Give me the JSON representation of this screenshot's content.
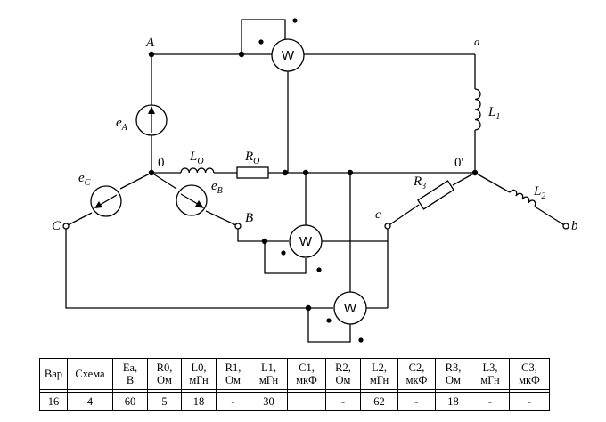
{
  "nodes": {
    "A": "A",
    "a": "a",
    "zero": "0",
    "zero_prime": "0'",
    "B": "B",
    "b": "b",
    "C": "C",
    "c": "c"
  },
  "sources": {
    "eA_main": "e",
    "eA_sub": "A",
    "eB_main": "e",
    "eB_sub": "B",
    "eC_main": "e",
    "eC_sub": "C"
  },
  "elements": {
    "L0_main": "L",
    "L0_sub": "O",
    "R0_main": "R",
    "R0_sub": "O",
    "L1_main": "L",
    "L1_sub": "1",
    "L2_main": "L",
    "L2_sub": "2",
    "R3_main": "R",
    "R3_sub": "3"
  },
  "wattmeters": {
    "top": "W",
    "middle": "W",
    "bottom": "W"
  },
  "table": {
    "headers": [
      [
        "Вар"
      ],
      [
        "Схема"
      ],
      [
        "Ea,",
        "B"
      ],
      [
        "R0,",
        "Ом"
      ],
      [
        "L0,",
        "мГн"
      ],
      [
        "R1,",
        "Ом"
      ],
      [
        "L1,",
        "мГн"
      ],
      [
        "C1,",
        "мкФ"
      ],
      [
        "R2,",
        "Ом"
      ],
      [
        "L2,",
        "мГн"
      ],
      [
        "C2,",
        "мкФ"
      ],
      [
        "R3,",
        "Ом"
      ],
      [
        "L3,",
        "мГн"
      ],
      [
        "C3,",
        "мкФ"
      ]
    ],
    "row": [
      "16",
      "4",
      "60",
      "5",
      "18",
      "-",
      "30",
      "",
      "-",
      "62",
      "-",
      "18",
      "-",
      "-"
    ]
  },
  "colors": {
    "line": "#000000",
    "background": "#ffffff"
  }
}
